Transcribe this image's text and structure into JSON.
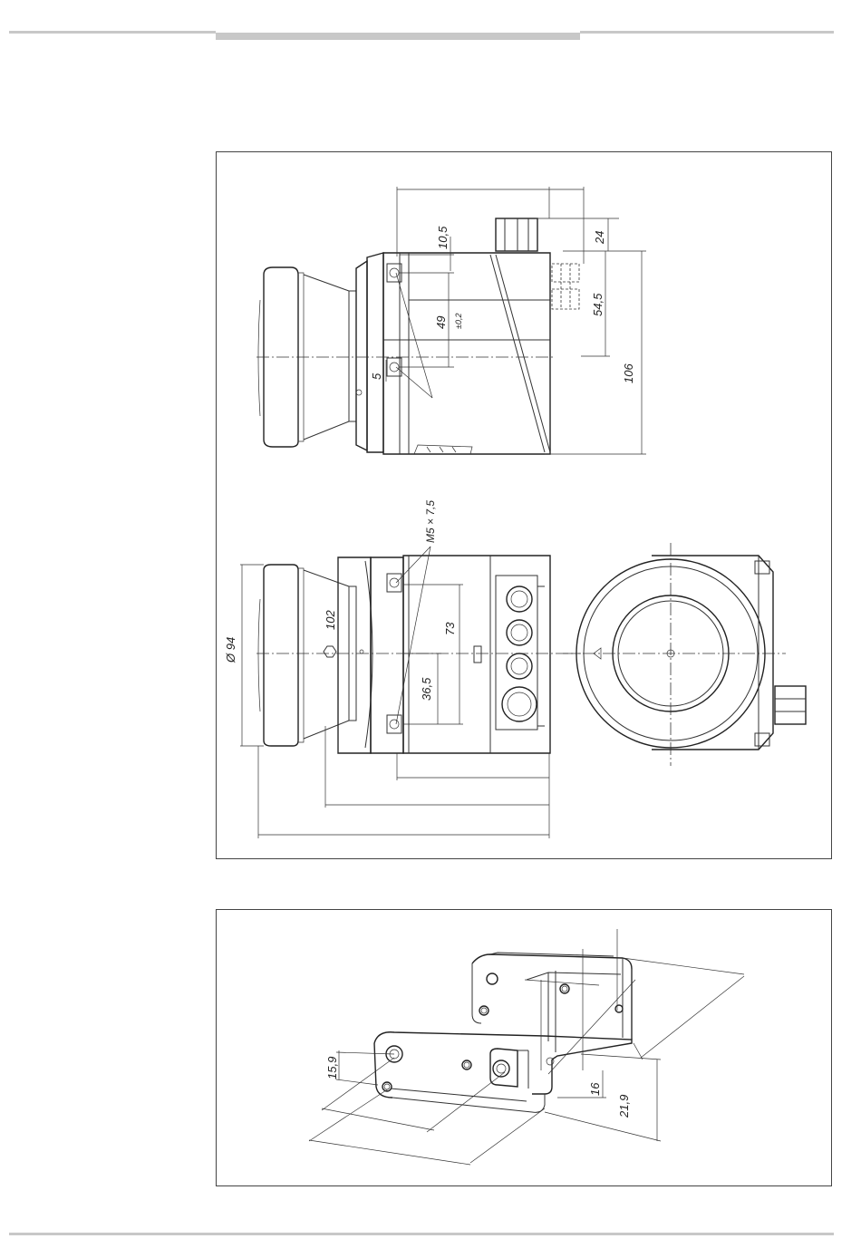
{
  "drawing_top": {
    "dimensions": {
      "d_10_5": "10,5",
      "d_24": "24",
      "d_54_5": "54,5",
      "d_49": "49",
      "d_tol": "±0,2",
      "d_106": "106",
      "d_5": "5",
      "d_m5": "M5 × 7,5",
      "d_94": "Ø 94",
      "d_102": "102",
      "d_73": "73",
      "d_36_5": "36,5"
    }
  },
  "drawing_bottom": {
    "dimensions": {
      "d_15_9": "15,9",
      "d_16": "16",
      "d_21_9": "21,9"
    }
  }
}
